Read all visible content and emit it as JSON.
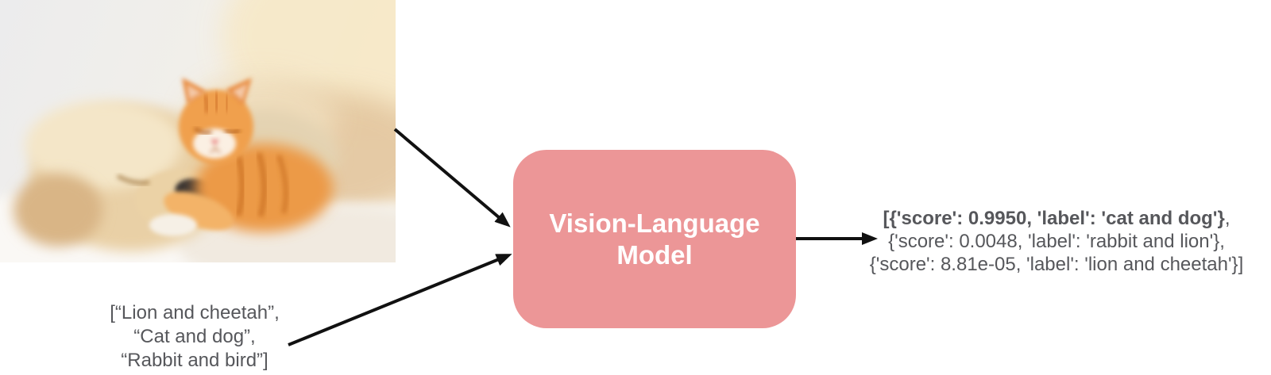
{
  "colors": {
    "model_box_fill": "#EC9697",
    "model_box_text": "#FFFFFF",
    "diagram_text_gray": "#56575B",
    "arrow_black": "#111111"
  },
  "input_image": {
    "alt": "Photo of a sleeping cream puppy with an orange tabby kitten resting on its head"
  },
  "model": {
    "label": "Vision-Language Model"
  },
  "candidate_labels": {
    "line1": "[“Lion and cheetah”,",
    "line2": "“Cat and dog”,",
    "line3": "“Rabbit and bird”]"
  },
  "output": {
    "line1_bold": "[{'score': 0.9950, 'label': 'cat and dog'}",
    "line1_rest": ",",
    "line2": "{'score': 0.0048, 'label': 'rabbit and lion'},",
    "line3": "{'score': 8.81e-05, 'label': 'lion and cheetah'}]"
  }
}
